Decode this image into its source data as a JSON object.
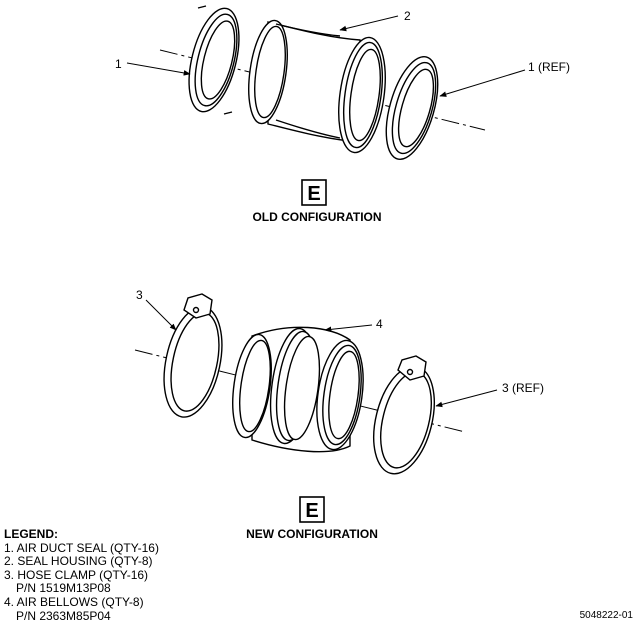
{
  "callouts": {
    "c1": "1",
    "c1_ref": "1 (REF)",
    "c2": "2",
    "c3": "3",
    "c3_ref": "3 (REF)",
    "c4": "4"
  },
  "views": {
    "old": {
      "letter": "E",
      "title": "OLD CONFIGURATION"
    },
    "new": {
      "letter": "E",
      "title": "NEW CONFIGURATION"
    }
  },
  "legend": {
    "title": "LEGEND:",
    "items": [
      {
        "line": "1. AIR DUCT SEAL (QTY-16)"
      },
      {
        "line": "2. SEAL HOUSING (QTY-8)"
      },
      {
        "line": "3. HOSE CLAMP (QTY-16)",
        "pn": "P/N 1519M13P08"
      },
      {
        "line": "4. AIR BELLOWS (QTY-8)",
        "pn": "P/N 2363M85P04"
      }
    ]
  },
  "figure_id": "5048222-01"
}
